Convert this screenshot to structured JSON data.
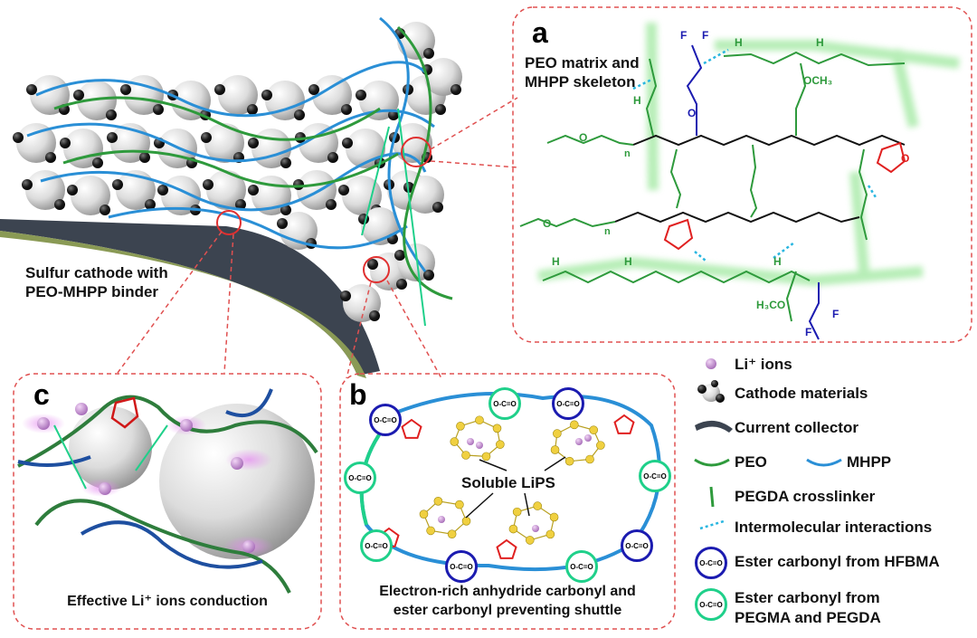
{
  "cathode": {
    "caption_line1": "Sulfur cathode with",
    "caption_line2": "PEO-MHPP binder"
  },
  "panel_a": {
    "letter": "a",
    "title_line1": "PEO matrix and",
    "title_line2": "MHPP skeleton",
    "atoms": {
      "F": "F",
      "H": "H",
      "O": "O",
      "n": "n",
      "och3": "OCH₃",
      "h3co": "H₃CO"
    }
  },
  "panel_b": {
    "letter": "b",
    "lips_label": "Soluble LiPS",
    "ester_label": "O-C=O",
    "caption_line1": "Electron-rich anhydride carbonyl and",
    "caption_line2": "ester carbonyl preventing shuttle"
  },
  "panel_c": {
    "letter": "c",
    "caption": "Effective Li⁺ ions conduction"
  },
  "legend": {
    "items": [
      {
        "label": "Li⁺ ions"
      },
      {
        "label": "Cathode materials"
      },
      {
        "label": "Current collector"
      },
      {
        "label": "PEO",
        "label2": "MHPP"
      },
      {
        "label": "PEGDA crosslinker"
      },
      {
        "label": "Intermolecular interactions"
      },
      {
        "label": "Ester carbonyl from HFBMA",
        "symbol_text": "O-C=O"
      },
      {
        "label": "Ester carbonyl from",
        "label_line2": "PEGMA and PEGDA",
        "symbol_text": "O-C=O"
      }
    ]
  },
  "colors": {
    "peo": "#2e9a3c",
    "mhpp": "#2a8fd6",
    "anhydride": "#e02020",
    "hfbma": "#1b1bb0",
    "pegma": "#1fd08a",
    "lithium": "#c07fd0",
    "dash": "#e05050"
  }
}
